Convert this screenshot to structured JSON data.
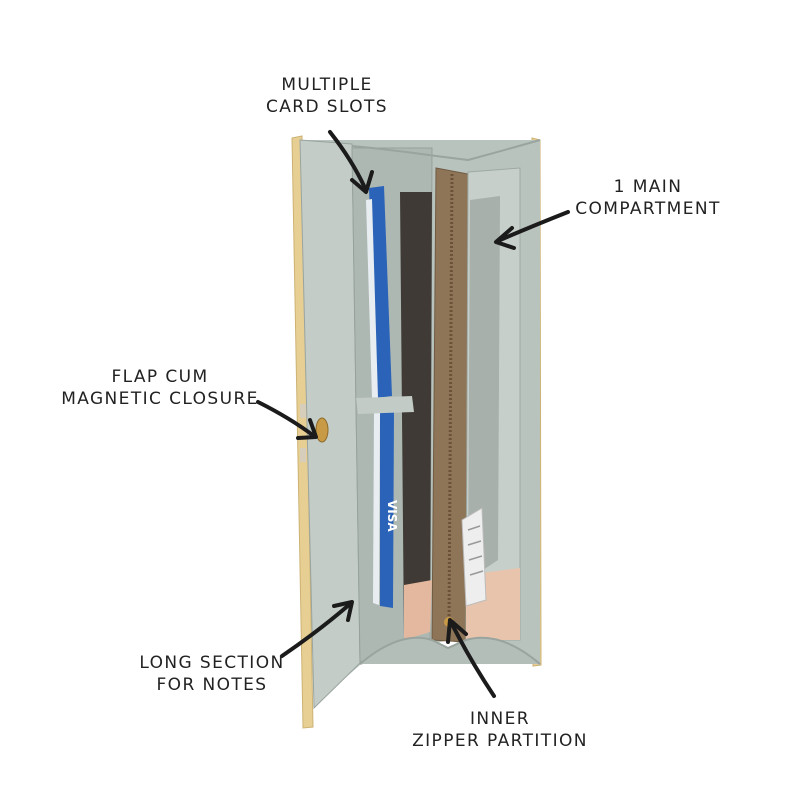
{
  "callouts": {
    "card_slots": {
      "line1": "MULTIPLE",
      "line2": "CARD SLOTS"
    },
    "main_compartment": {
      "line1": "1 MAIN",
      "line2": "COMPARTMENT"
    },
    "flap_closure": {
      "line1": "FLAP CUM",
      "line2": "MAGNETIC CLOSURE"
    },
    "long_section": {
      "line1": "LONG SECTION",
      "line2": "FOR NOTES"
    },
    "zipper_partition": {
      "line1": "INNER",
      "line2": "ZIPPER PARTITION"
    }
  },
  "card_text": {
    "upper": "",
    "lower": "VISA"
  },
  "colors": {
    "lining": "#b5bfba",
    "lining_dark": "#9fa9a3",
    "outer_edge": "#e7cf93",
    "zip_panel": "#8e7558",
    "card_blue": "#2b63b8",
    "peach_lining": "#e9c4ad",
    "arrow": "#1b1b1b",
    "snap_gold": "#c89a45"
  },
  "icons": {
    "arrow": "arrow-icon",
    "snap": "magnetic-snap-icon",
    "tag": "price-tag-icon"
  }
}
